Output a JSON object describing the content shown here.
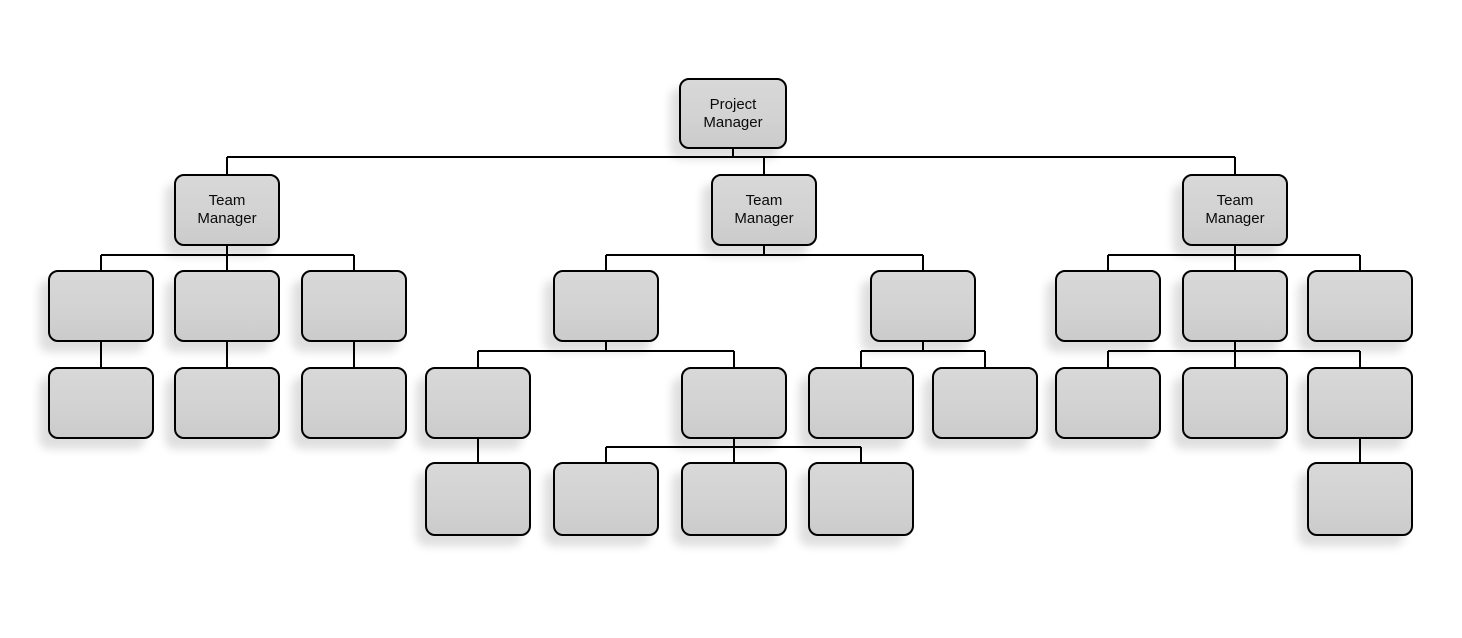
{
  "diagram": {
    "type": "org-chart",
    "background_color": "#ffffff",
    "node_fill_top": "#d8d8d8",
    "node_fill_bottom": "#cbcbcb",
    "node_border_color": "#000000",
    "connector_color": "#000000",
    "text_color": "#0a0a0a",
    "nodes": [
      {
        "id": "pm",
        "label": "Project Manager",
        "parent": null
      },
      {
        "id": "tm-left",
        "label": "Team Manager",
        "parent": "pm"
      },
      {
        "id": "tm-middle",
        "label": "Team Manager",
        "parent": "pm"
      },
      {
        "id": "tm-right",
        "label": "Team Manager",
        "parent": "pm"
      },
      {
        "id": "l1",
        "label": "",
        "parent": "tm-left"
      },
      {
        "id": "l2",
        "label": "",
        "parent": "tm-left"
      },
      {
        "id": "l3",
        "label": "",
        "parent": "tm-left"
      },
      {
        "id": "l1a",
        "label": "",
        "parent": "l1"
      },
      {
        "id": "l2a",
        "label": "",
        "parent": "l2"
      },
      {
        "id": "l3a",
        "label": "",
        "parent": "l3"
      },
      {
        "id": "a",
        "label": "",
        "parent": "tm-middle"
      },
      {
        "id": "b",
        "label": "",
        "parent": "tm-middle"
      },
      {
        "id": "a1",
        "label": "",
        "parent": "a"
      },
      {
        "id": "a2",
        "label": "",
        "parent": "a"
      },
      {
        "id": "a1a",
        "label": "",
        "parent": "a1"
      },
      {
        "id": "a2a",
        "label": "",
        "parent": "a2"
      },
      {
        "id": "a2b",
        "label": "",
        "parent": "a2"
      },
      {
        "id": "a2c",
        "label": "",
        "parent": "a2"
      },
      {
        "id": "b1",
        "label": "",
        "parent": "b"
      },
      {
        "id": "b2",
        "label": "",
        "parent": "b"
      },
      {
        "id": "r1",
        "label": "",
        "parent": "tm-right"
      },
      {
        "id": "r2",
        "label": "",
        "parent": "tm-right"
      },
      {
        "id": "r3",
        "label": "",
        "parent": "tm-right"
      },
      {
        "id": "r2a",
        "label": "",
        "parent": "r2"
      },
      {
        "id": "r2b",
        "label": "",
        "parent": "r2"
      },
      {
        "id": "r2c",
        "label": "",
        "parent": "r2"
      },
      {
        "id": "r2c1",
        "label": "",
        "parent": "r2c"
      }
    ]
  }
}
